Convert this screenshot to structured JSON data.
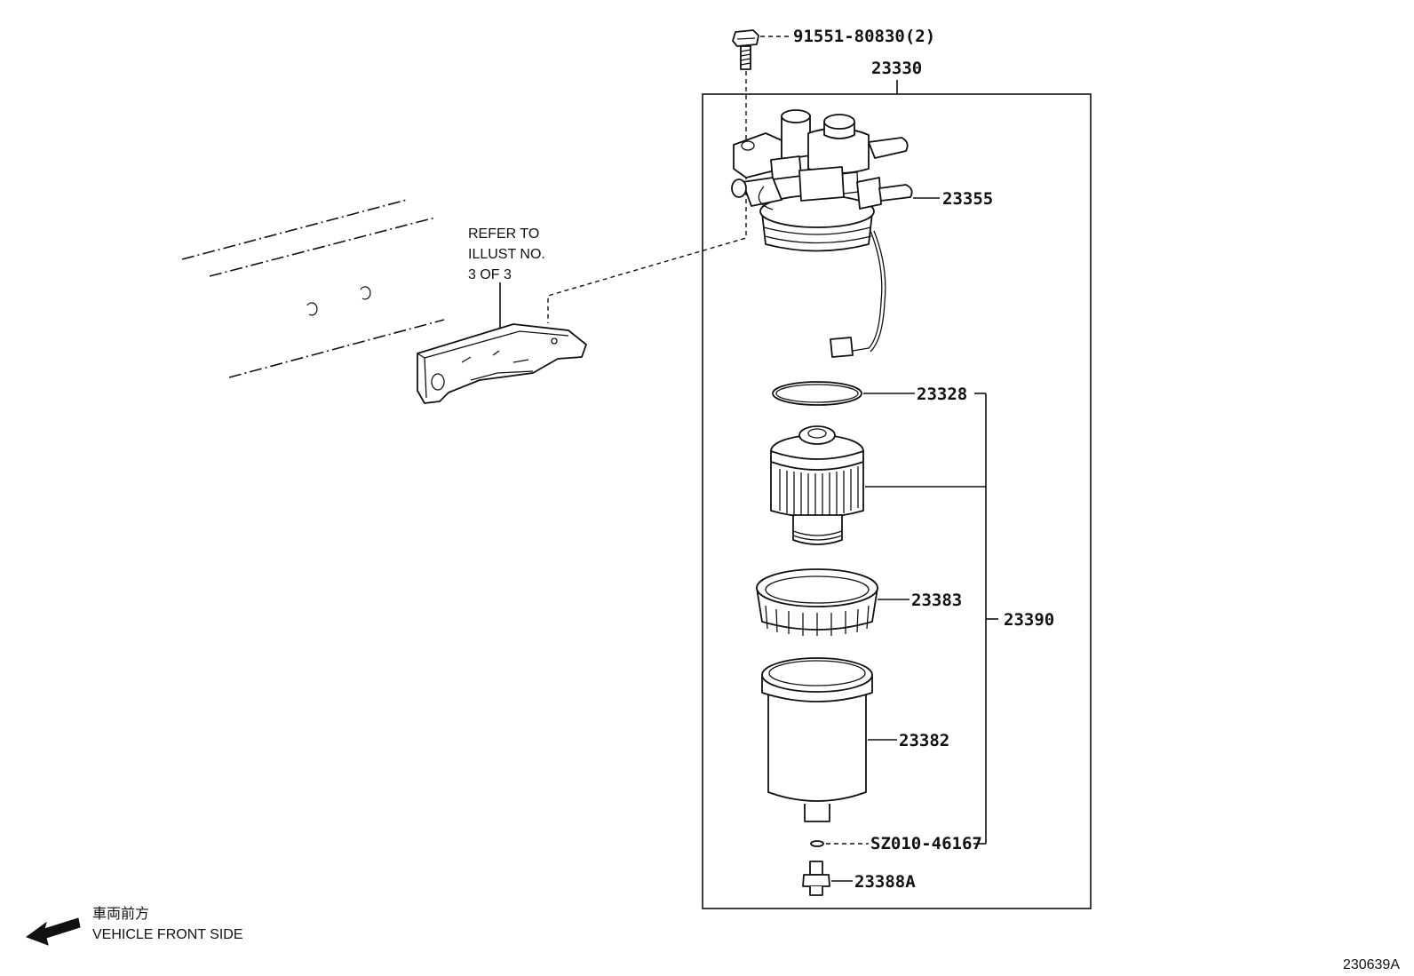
{
  "callouts": {
    "bolt": "91551-80830(2)",
    "assembly": "23330",
    "outlet": "23355",
    "oring": "23328",
    "kit": "23390",
    "ring_nut": "23383",
    "case": "23382",
    "gasket": "SZ010-46167",
    "drain_plug": "23388A"
  },
  "refer_note": {
    "line1": "REFER TO",
    "line2": "ILLUST NO.",
    "line3": "3 OF 3"
  },
  "direction": {
    "label_jp": "車両前方",
    "label_en": "VEHICLE FRONT SIDE",
    "arrow_icon": "arrow-left-icon"
  },
  "figure_id": "230639A"
}
